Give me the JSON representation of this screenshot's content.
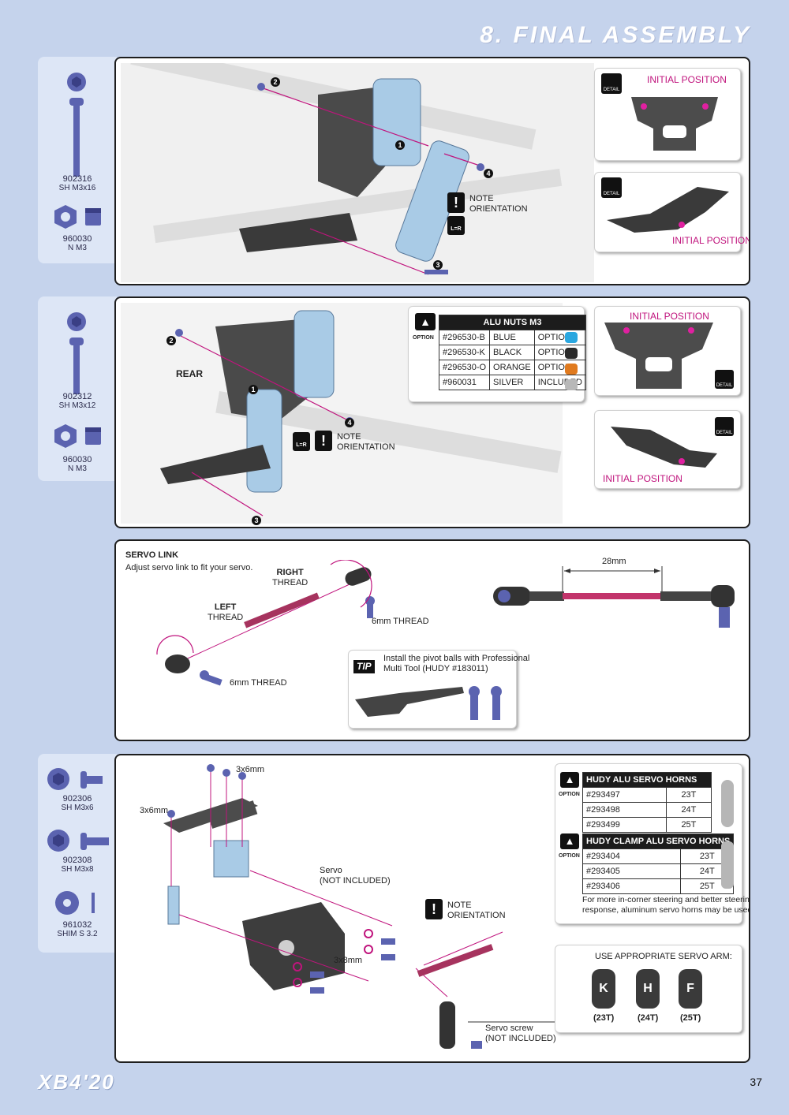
{
  "section_title": "8. FINAL ASSEMBLY",
  "page_number": "37",
  "brand_logo": "XB4'20",
  "step1": {
    "parts": [
      {
        "code": "902316",
        "desc": "SH M3x16"
      },
      {
        "code": "960030",
        "desc": "N M3"
      }
    ],
    "note": [
      "NOTE",
      "ORIENTATION"
    ],
    "lr": "L=R",
    "detail_top": "INITIAL POSITION",
    "detail_bottom": "INITIAL POSITION",
    "detail_icon": "DETAIL",
    "callouts": [
      "1",
      "2",
      "3",
      "4"
    ]
  },
  "step2": {
    "parts": [
      {
        "code": "902312",
        "desc": "SH M3x12"
      },
      {
        "code": "960030",
        "desc": "N M3"
      }
    ],
    "rear_label": "REAR",
    "note": [
      "NOTE",
      "ORIENTATION"
    ],
    "lr": "L=R",
    "option_label": "OPTION",
    "table_title": "ALU NUTS M3",
    "rows": [
      {
        "code": "#296530-B",
        "color": "BLUE",
        "status": "OPTION",
        "hex": "#2aa7e0"
      },
      {
        "code": "#296530-K",
        "color": "BLACK",
        "status": "OPTION",
        "hex": "#2a2a2a"
      },
      {
        "code": "#296530-O",
        "color": "ORANGE",
        "status": "OPTION",
        "hex": "#e07a1e"
      },
      {
        "code": "#960031",
        "color": "SILVER",
        "status": "INCLUDED",
        "hex": "#b8b8b8"
      }
    ],
    "detail_top": "INITIAL POSITION",
    "detail_bottom": "INITIAL POSITION",
    "detail_icon": "DETAIL",
    "callouts": [
      "1",
      "2",
      "3",
      "4"
    ]
  },
  "step3": {
    "title": "SERVO LINK",
    "subtitle": "Adjust servo link to fit your servo.",
    "right_thread": [
      "RIGHT",
      "THREAD"
    ],
    "left_thread": [
      "LEFT",
      "THREAD"
    ],
    "thread_6mm_a": "6mm THREAD",
    "thread_6mm_b": "6mm THREAD",
    "length": "28mm",
    "tip_badge": "TIP",
    "tip_text": [
      "Install the pivot balls with Professional",
      "Multi Tool (HUDY #183011)"
    ]
  },
  "step4": {
    "parts": [
      {
        "code": "902306",
        "desc": "SH M3x6"
      },
      {
        "code": "902308",
        "desc": "SH M3x8"
      },
      {
        "code": "961032",
        "desc": "SHIM S 3.2"
      }
    ],
    "screw_3x6_a": "3x6mm",
    "screw_3x6_b": "3x6mm",
    "screw_3x8": "3x8mm",
    "servo": [
      "Servo",
      "(NOT INCLUDED)"
    ],
    "servo_screw": [
      "Servo screw",
      "(NOT INCLUDED)"
    ],
    "note": [
      "NOTE",
      "ORIENTATION"
    ],
    "option_label": "OPTION",
    "horns_title": "HUDY ALU SERVO HORNS",
    "horns": [
      {
        "code": "#293497",
        "teeth": "23T"
      },
      {
        "code": "#293498",
        "teeth": "24T"
      },
      {
        "code": "#293499",
        "teeth": "25T"
      }
    ],
    "clamp_title": "HUDY CLAMP ALU SERVO HORNS",
    "clamp": [
      {
        "code": "#293404",
        "teeth": "23T"
      },
      {
        "code": "#293405",
        "teeth": "24T"
      },
      {
        "code": "#293406",
        "teeth": "25T"
      }
    ],
    "horns_note": [
      "For more in-corner steering and better steering",
      "response, aluminum servo horns may be used."
    ],
    "arm_title": "USE APPROPRIATE SERVO ARM:",
    "arms": [
      {
        "letter": "K",
        "teeth": "(23T)"
      },
      {
        "letter": "H",
        "teeth": "(24T)"
      },
      {
        "letter": "F",
        "teeth": "(25T)"
      }
    ]
  }
}
